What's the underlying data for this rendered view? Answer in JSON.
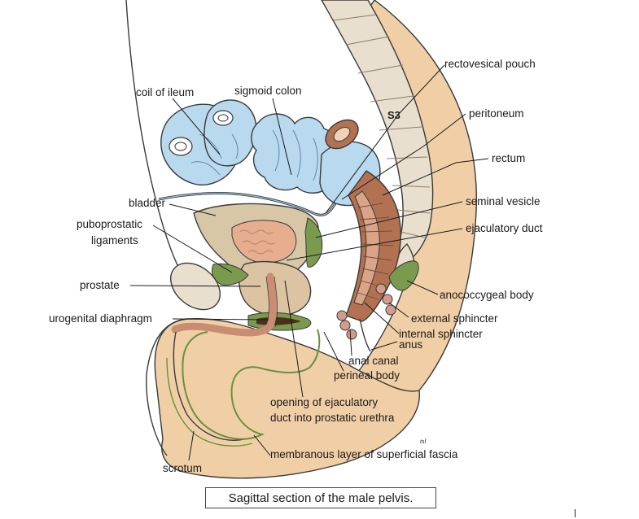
{
  "caption": "Sagittal section of the male pelvis.",
  "artist_initials": "tsl",
  "labels": {
    "coil_of_ileum": "coil of  ileum",
    "sigmoid_colon": "sigmoid colon",
    "s3": "S3",
    "rectovesical_pouch": "rectovesical pouch",
    "peritoneum": "peritoneum",
    "rectum": "rectum",
    "bladder": "bladder",
    "seminal_vesicle": "seminal vesicle",
    "puboprostatic_1": "puboprostatic",
    "puboprostatic_2": "ligaments",
    "ejaculatory_duct": "ejaculatory duct",
    "prostate": "prostate",
    "anococcygeal_body": "anococcygeal body",
    "urogenital_diaphragm": "urogenital diaphragm",
    "external_sphincter": "external sphincter",
    "internal_sphincter": "internal sphincter",
    "anus": "anus",
    "anal_canal": "anal canal",
    "perineal_body": "perineal body",
    "opening_1": "opening of ejaculatory",
    "opening_2": "duct into prostatic urethra",
    "membranous_layer": "membranous layer of superficial fascia",
    "scrotum": "scrotum"
  },
  "colors": {
    "skin": "#f1cfa6",
    "skin_dark": "#e3a878",
    "bone": "#e9dfcf",
    "bowel_blue": "#b8d9ee",
    "bladder_tan": "#d8c7a6",
    "prostate_tan": "#dcc3a2",
    "mucosa_pink": "#e6ad8f",
    "rectum_brown": "#b27150",
    "muscle_green": "#7a9a4e",
    "sphincter_pink": "#d39b8c"
  }
}
